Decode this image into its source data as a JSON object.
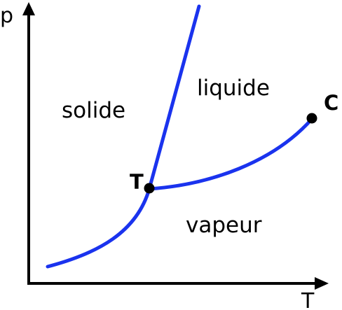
{
  "axes": {
    "y_label": "p",
    "x_label": "T"
  },
  "regions": {
    "solid": "solide",
    "liquid": "liquide",
    "vapor": "vapeur"
  },
  "points": {
    "triple": "T",
    "critical": "C"
  },
  "colors": {
    "curve": "#1a33ee",
    "axes": "#000000",
    "points": "#000000"
  }
}
